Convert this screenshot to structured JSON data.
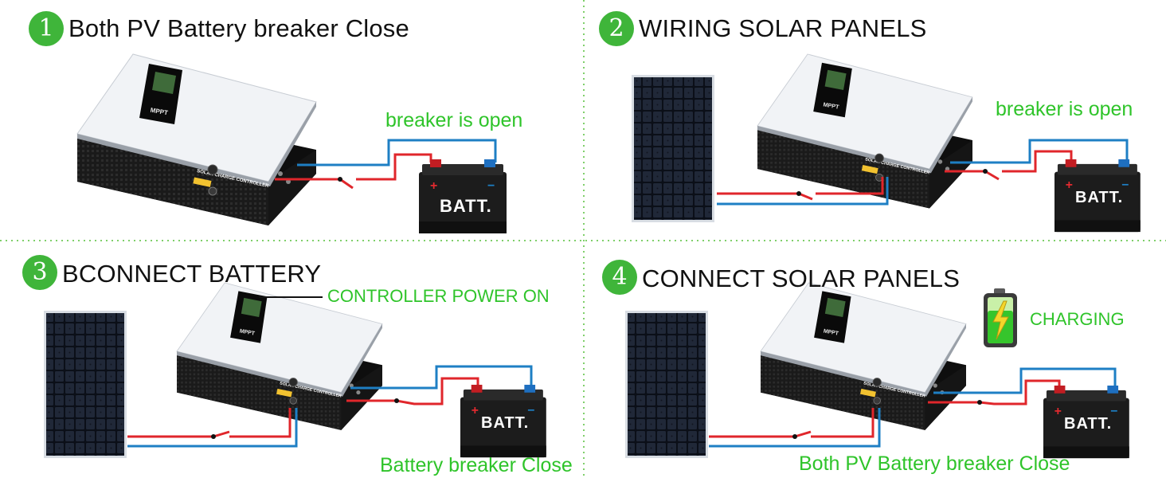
{
  "steps": [
    {
      "number": "1",
      "title": "Both PV Battery breaker Close",
      "note": "breaker is open",
      "battery_label": "BATT."
    },
    {
      "number": "2",
      "title": "WIRING SOLAR PANELS",
      "note": "breaker is open",
      "battery_label": "BATT."
    },
    {
      "number": "3",
      "title": "BCONNECT BATTERY",
      "callout": "CONTROLLER POWER ON",
      "note": "Battery breaker Close",
      "battery_label": "BATT."
    },
    {
      "number": "4",
      "title": "CONNECT SOLAR PANELS",
      "callout": "CHARGING",
      "note": "Both PV Battery breaker Close",
      "battery_label": "BATT."
    }
  ],
  "device": {
    "display_label": "MPPT",
    "side_label": "SOLAR CHARGE CONTROLLER"
  },
  "colors": {
    "accent_green": "#2fc42a",
    "badge_green": "#3fb53a",
    "wire_red": "#e0262b",
    "wire_blue": "#1e7fc4",
    "divider": "#7fcf6a"
  }
}
